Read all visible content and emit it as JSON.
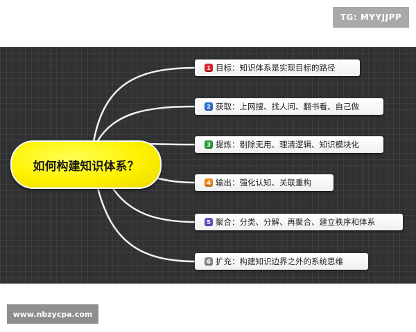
{
  "watermarks": {
    "top": "TG: MYYJJPP",
    "bottom": "www.nbzycpa.com"
  },
  "center": {
    "title": "如何构建知识体系？",
    "color": "#fff200"
  },
  "branches": [
    {
      "num": "1",
      "text": "目标：知识体系是实现目标的路径",
      "badge_color": "#d9262b"
    },
    {
      "num": "2",
      "text": "获取：上网搜、找人问、翻书看、自己做",
      "badge_color": "#2f6fd3"
    },
    {
      "num": "3",
      "text": "提炼：剔除无用、理清逻辑、知识模块化",
      "badge_color": "#2f9e3c"
    },
    {
      "num": "4",
      "text": "输出：强化认知、关联重构",
      "badge_color": "#f28a1c"
    },
    {
      "num": "5",
      "text": "聚合：分类、分解、再聚合、建立秩序和体系",
      "badge_color": "#6b4fc8"
    },
    {
      "num": "6",
      "text": "扩充：构建知识边界之外的系统思维",
      "badge_color": "#8a8f96"
    }
  ]
}
